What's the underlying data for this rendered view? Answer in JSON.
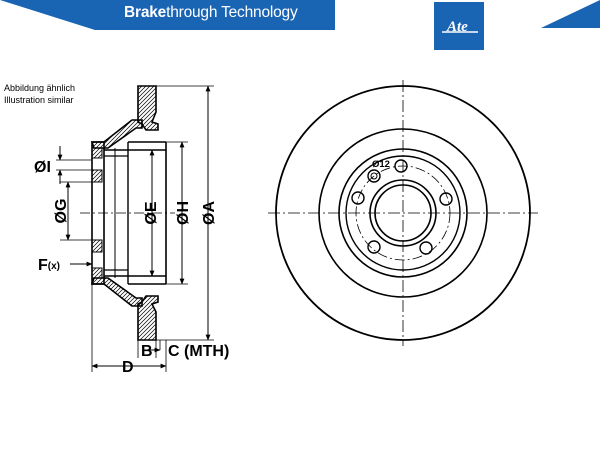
{
  "banner": {
    "brand": "Brake",
    "tagline": "through Technology",
    "color": "#1a64b4"
  },
  "logo": {
    "text": "Ate"
  },
  "caption": {
    "line1": "Abbildung ähnlich",
    "line2": "Illustration similar"
  },
  "dimensions": {
    "A": "ØA",
    "H": "ØH",
    "E": "ØE",
    "G": "ØG",
    "I": "ØI",
    "F": "F",
    "F_sub": "(x)",
    "B": "B",
    "C": "C (MTH)",
    "D": "D",
    "bolt": "Ø12"
  }
}
